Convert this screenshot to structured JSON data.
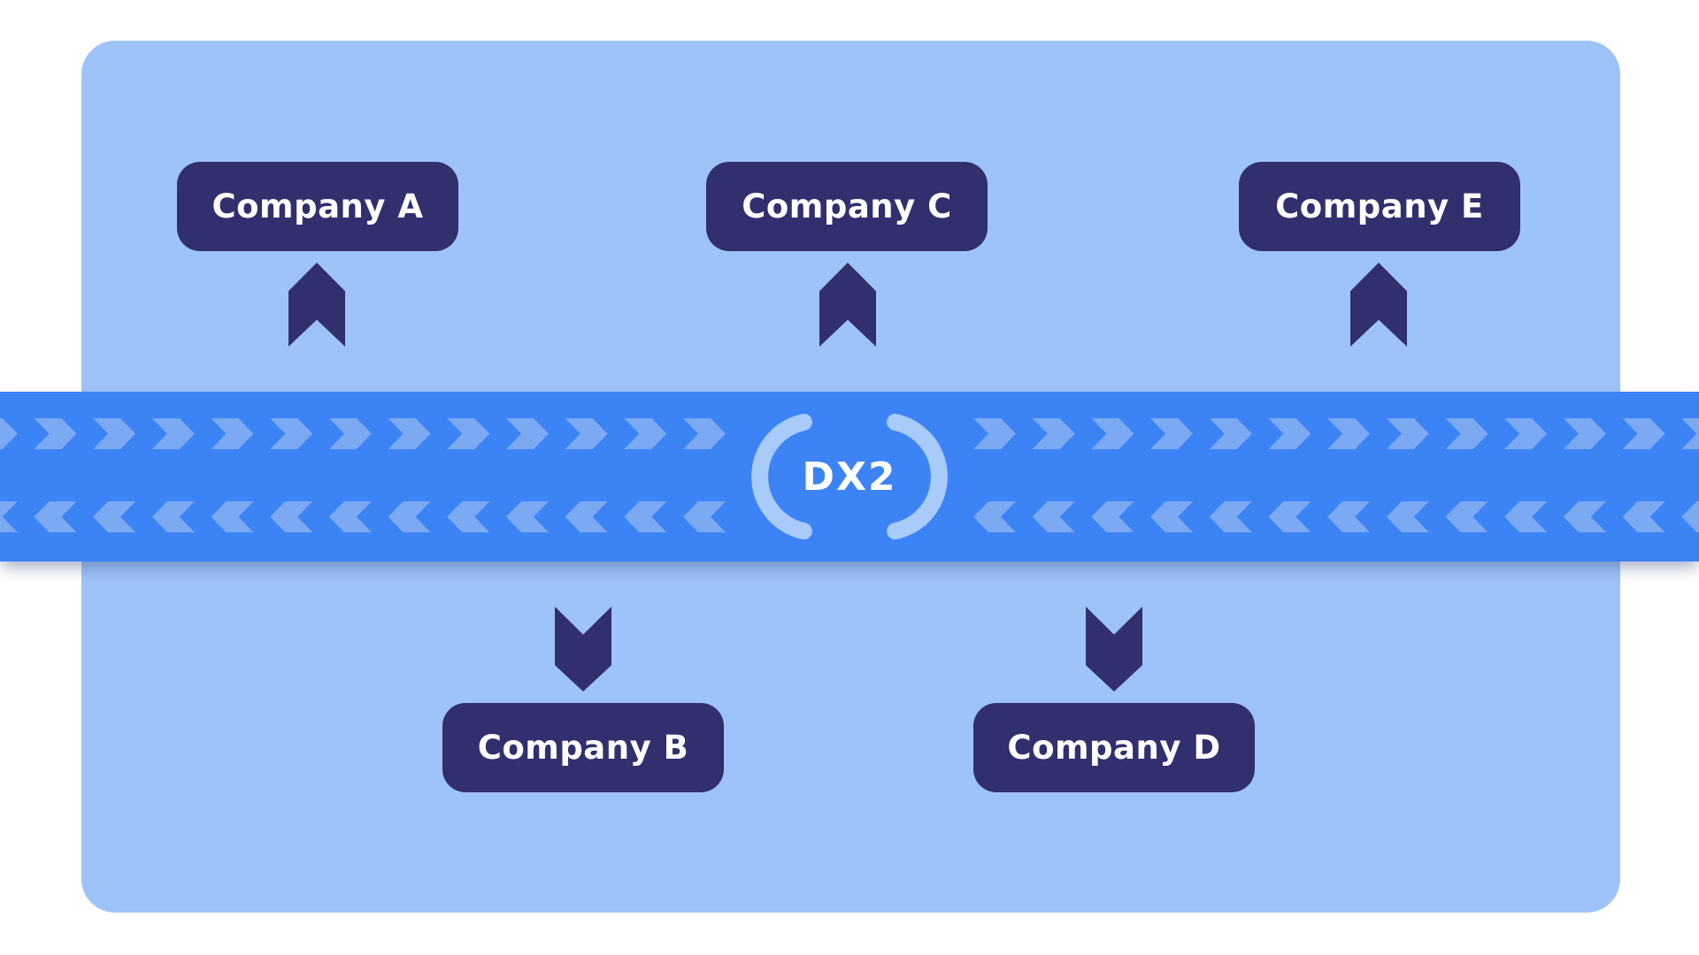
{
  "diagram": {
    "hub": {
      "label": "DX2"
    },
    "top_companies": [
      {
        "label": "Company A"
      },
      {
        "label": "Company C"
      },
      {
        "label": "Company E"
      }
    ],
    "bottom_companies": [
      {
        "label": "Company B"
      },
      {
        "label": "Company D"
      }
    ],
    "colors": {
      "page_background": "#FFFFFF",
      "card": "#9EC3F8",
      "band": "#3C83F6",
      "chevron": "#7BA9F2",
      "bracket": "#A9CBFA",
      "node": "#322F6E",
      "label_text": "#FFFFFF"
    }
  }
}
